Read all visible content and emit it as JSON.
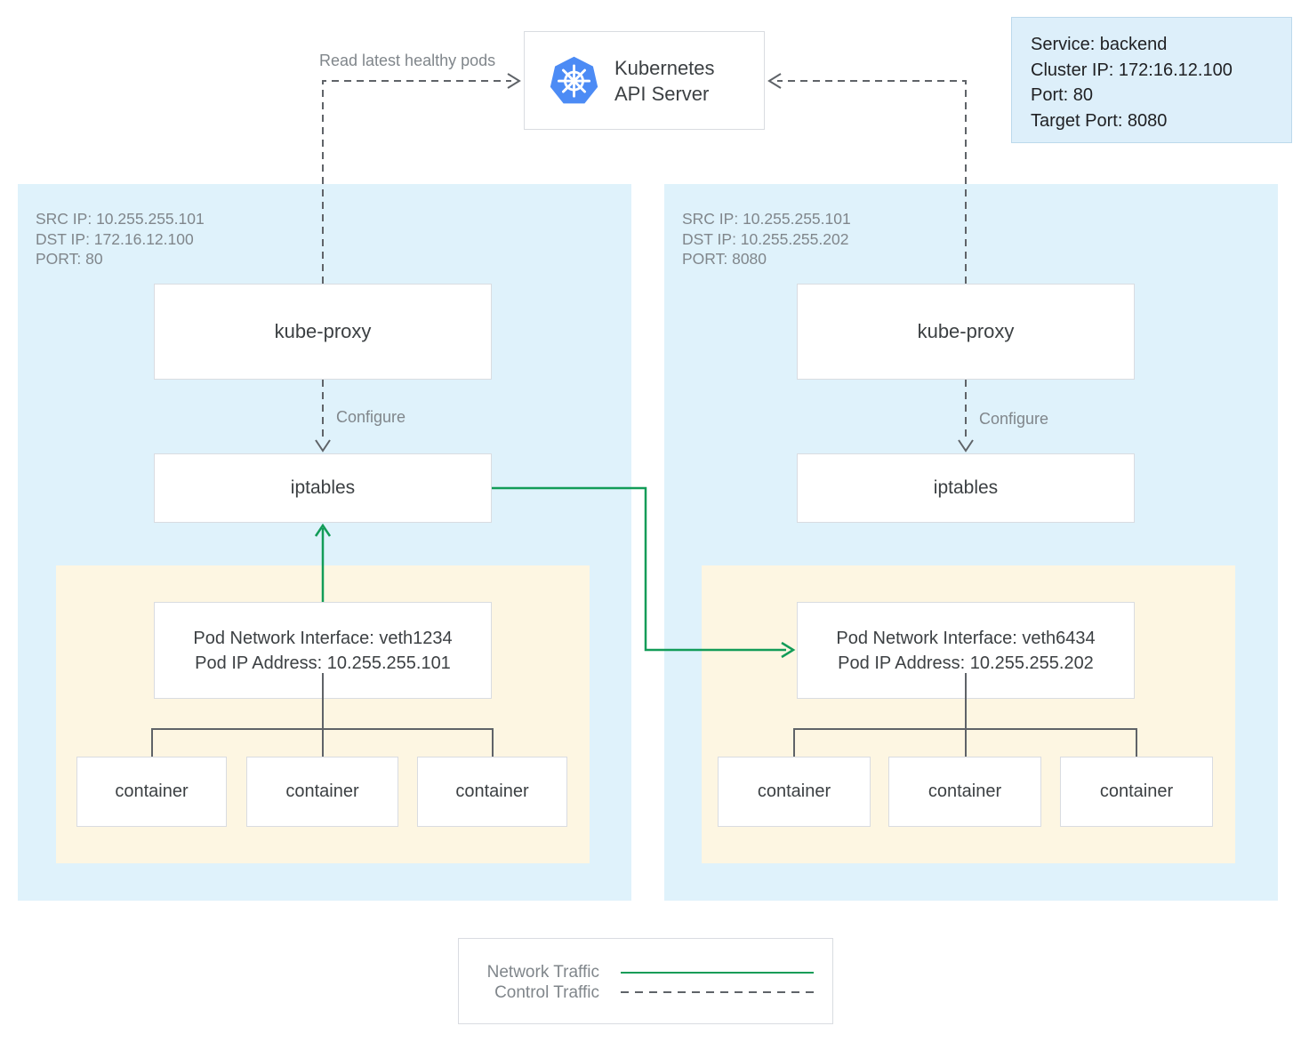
{
  "api_server": {
    "title": "Kubernetes API Server"
  },
  "service_box": {
    "lines": [
      "Service: backend",
      "Cluster IP: 172:16.12.100",
      "Port: 80",
      "Target Port: 8080"
    ]
  },
  "annotations": {
    "read_latest_healthy_pods": "Read latest healthy pods"
  },
  "nodes": [
    {
      "id": "node-left",
      "meta": [
        "SRC IP: 10.255.255.101",
        "DST IP: 172.16.12.100",
        "PORT: 80"
      ],
      "kube_proxy_label": "kube-proxy",
      "configure_label": "Configure",
      "iptables_label": "iptables",
      "pod": {
        "interface_line": "Pod Network Interface: veth1234",
        "ip_line": "Pod IP Address: 10.255.255.101",
        "containers": [
          "container",
          "container",
          "container"
        ]
      }
    },
    {
      "id": "node-right",
      "meta": [
        "SRC IP: 10.255.255.101",
        "DST IP: 10.255.255.202",
        "PORT: 8080"
      ],
      "kube_proxy_label": "kube-proxy",
      "configure_label": "Configure",
      "iptables_label": "iptables",
      "pod": {
        "interface_line": "Pod Network Interface: veth6434",
        "ip_line": "Pod IP Address: 10.255.255.202",
        "containers": [
          "container",
          "container",
          "container"
        ]
      }
    }
  ],
  "legend": {
    "network_traffic": "Network Traffic",
    "control_traffic": "Control Traffic"
  },
  "colors": {
    "node_background": "#dff2fb",
    "pod_background": "#fdf6e2",
    "service_box_background": "#ddeffa",
    "network_traffic_green": "#129c58",
    "control_traffic_gray": "#5f6368",
    "kubernetes_logo_blue": "#4c8bf5",
    "box_border_gray": "#d9dce1",
    "text_dark": "#3c4043",
    "text_gray": "#80868b"
  }
}
